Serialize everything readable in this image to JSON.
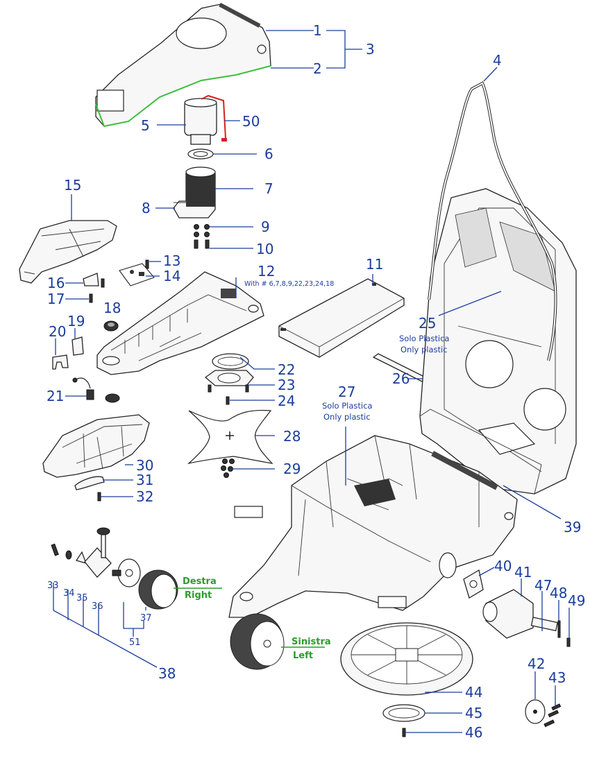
{
  "callouts": [
    {
      "n": "1"
    },
    {
      "n": "2"
    },
    {
      "n": "3"
    },
    {
      "n": "4"
    },
    {
      "n": "5"
    },
    {
      "n": "50"
    },
    {
      "n": "6"
    },
    {
      "n": "7"
    },
    {
      "n": "8"
    },
    {
      "n": "9"
    },
    {
      "n": "10"
    },
    {
      "n": "15"
    },
    {
      "n": "13"
    },
    {
      "n": "12"
    },
    {
      "n": "14"
    },
    {
      "n": "16"
    },
    {
      "n": "17"
    },
    {
      "n": "18"
    },
    {
      "n": "19"
    },
    {
      "n": "20"
    },
    {
      "n": "11"
    },
    {
      "n": "25"
    },
    {
      "n": "26"
    },
    {
      "n": "22"
    },
    {
      "n": "23"
    },
    {
      "n": "24"
    },
    {
      "n": "21"
    },
    {
      "n": "27"
    },
    {
      "n": "28"
    },
    {
      "n": "29"
    },
    {
      "n": "30"
    },
    {
      "n": "31"
    },
    {
      "n": "32"
    },
    {
      "n": "39"
    },
    {
      "n": "40"
    },
    {
      "n": "41"
    },
    {
      "n": "47"
    },
    {
      "n": "48"
    },
    {
      "n": "49"
    },
    {
      "n": "33"
    },
    {
      "n": "34"
    },
    {
      "n": "35"
    },
    {
      "n": "36"
    },
    {
      "n": "37"
    },
    {
      "n": "51"
    },
    {
      "n": "38"
    },
    {
      "n": "44"
    },
    {
      "n": "45"
    },
    {
      "n": "46"
    },
    {
      "n": "42"
    },
    {
      "n": "43"
    }
  ],
  "notes": {
    "n12": "With # 6,7,8,9,22,23,24,18",
    "n25_line1": "Solo Plastica",
    "n25_line2": "Only plastic",
    "n27_line1": "Solo Plastica",
    "n27_line2": "Only plastic"
  },
  "sides": {
    "right_it": "Destra",
    "right_en": "Right",
    "left_it": "Sinistra",
    "left_en": "Left"
  },
  "colors": {
    "callout_blue": "#1a3d9c",
    "side_green": "#2e9a2e",
    "gasket_green": "#3dbf3d",
    "wire_red": "#d42020"
  }
}
